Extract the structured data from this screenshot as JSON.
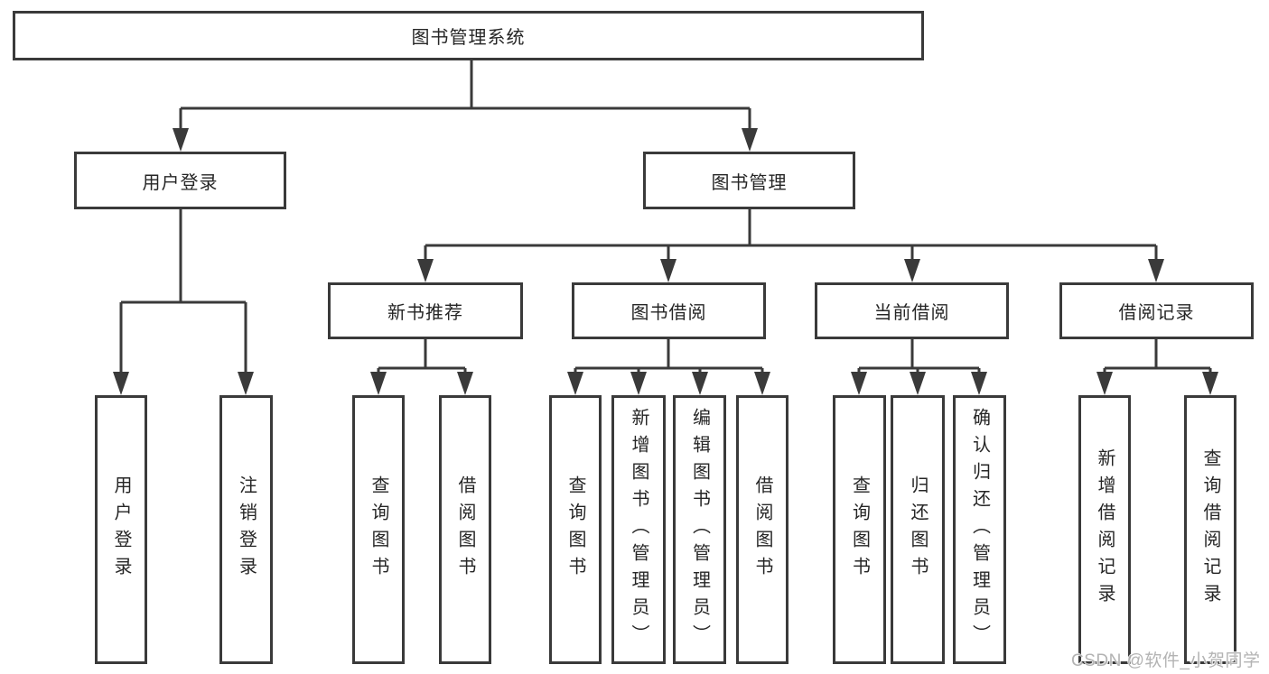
{
  "diagram": {
    "root_label": "图书管理系统",
    "level2": [
      {
        "label": "用户登录"
      },
      {
        "label": "图书管理"
      }
    ],
    "level3": [
      {
        "label": "新书推荐",
        "parent": "图书管理"
      },
      {
        "label": "图书借阅",
        "parent": "图书管理"
      },
      {
        "label": "当前借阅",
        "parent": "图书管理"
      },
      {
        "label": "借阅记录",
        "parent": "图书管理"
      }
    ],
    "leaves": [
      {
        "label": "用户登录",
        "parent": "用户登录"
      },
      {
        "label": "注销登录",
        "parent": "用户登录"
      },
      {
        "label": "查询图书",
        "parent": "新书推荐"
      },
      {
        "label": "借阅图书",
        "parent": "新书推荐"
      },
      {
        "label": "查询图书",
        "parent": "图书借阅"
      },
      {
        "label": "新增图书（管理员）",
        "parent": "图书借阅"
      },
      {
        "label": "编辑图书（管理员）",
        "parent": "图书借阅"
      },
      {
        "label": "借阅图书",
        "parent": "图书借阅"
      },
      {
        "label": "查询图书",
        "parent": "当前借阅"
      },
      {
        "label": "归还图书",
        "parent": "当前借阅"
      },
      {
        "label": "确认归还（管理员）",
        "parent": "当前借阅"
      },
      {
        "label": "新增借阅记录",
        "parent": "借阅记录"
      },
      {
        "label": "查询借阅记录",
        "parent": "借阅记录"
      }
    ],
    "colors": {
      "line": "#3a3a3a",
      "text": "#262626",
      "box_background": "#ffffff",
      "watermark": "#b3b3b3"
    },
    "watermark": "CSDN @软件_小贺同学"
  }
}
